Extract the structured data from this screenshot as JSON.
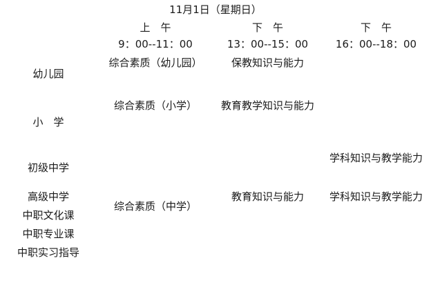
{
  "title": "11月1日（星期日）",
  "columns": [
    {
      "period": "上　午",
      "time": "9：00--11：00"
    },
    {
      "period": "下　午",
      "time": "13：00--15：00"
    },
    {
      "period": "下　午",
      "time": "16：00--18：00"
    }
  ],
  "rows": [
    {
      "label": "幼儿园",
      "labels": [
        "幼儿园"
      ],
      "morning": "综合素质（幼儿园）",
      "afternoon": "保教知识与能力",
      "evening": ""
    },
    {
      "label": "小　学",
      "labels": [
        "小　学"
      ],
      "morning": "综合素质（小学）",
      "afternoon": "教育教学知识与能力",
      "evening": ""
    },
    {
      "label": "初级中学",
      "labels": [
        "初级中学"
      ],
      "morning": "",
      "afternoon": "",
      "evening": "学科知识与教学能力"
    },
    {
      "label": "高级中学",
      "labels": [
        "高级中学",
        "中职文化课",
        "中职专业课",
        "中职实习指导"
      ],
      "morning": "综合素质（中学）",
      "afternoon": "教育知识与能力",
      "evening": "学科知识与教学能力"
    }
  ]
}
